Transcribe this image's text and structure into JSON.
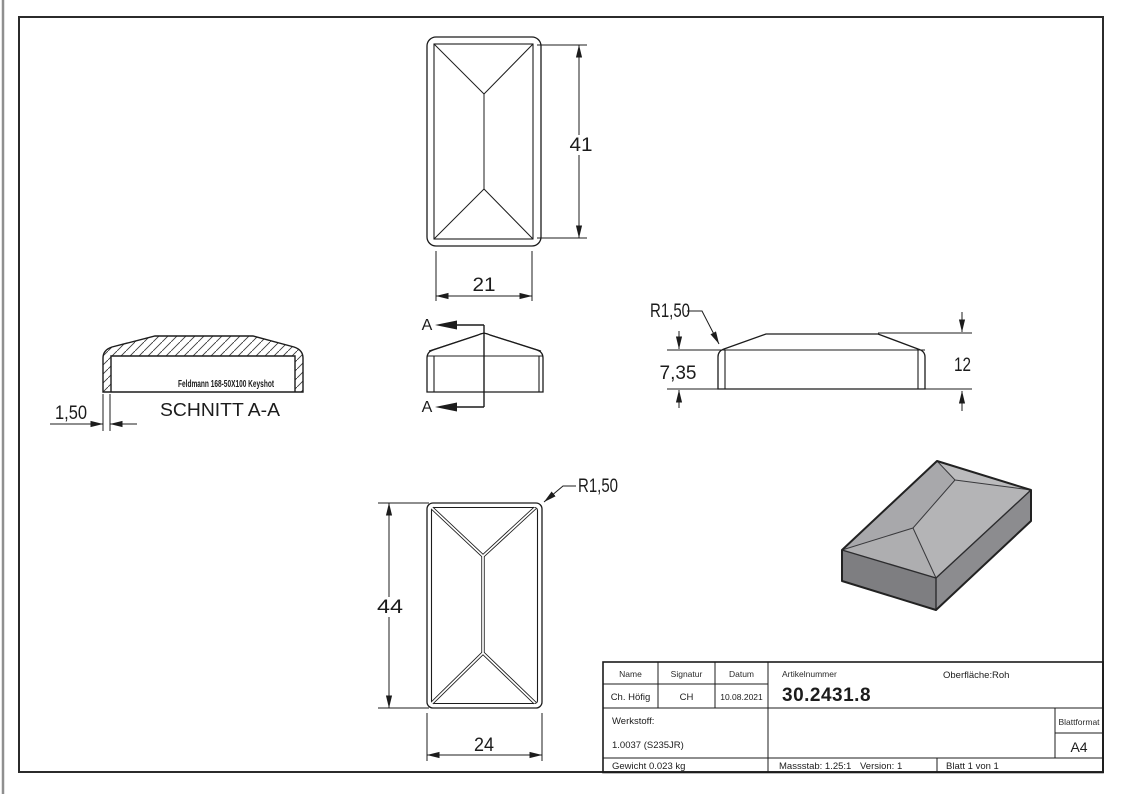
{
  "views": {
    "top": {
      "dim_length": "41",
      "dim_width": "21"
    },
    "section": {
      "title": "SCHNITT A-A",
      "embossed_text": "Feldmann 168-50X100 Keyshot",
      "dim_wall_thickness": "1,50"
    },
    "front": {
      "section_arrow_top": "A",
      "section_arrow_bottom": "A"
    },
    "side": {
      "dim_fillet_radius": "R1,50",
      "dim_skirt_height": "7,35",
      "dim_total_height": "12"
    },
    "bottom": {
      "dim_length": "44",
      "dim_width": "24",
      "dim_corner_radius": "R1,50"
    }
  },
  "title_block": {
    "name_label": "Name",
    "signature_label": "Signatur",
    "date_label": "Datum",
    "name_value": "Ch. Höfig",
    "signature_value": "CH",
    "date_value": "10.08.2021",
    "article_label": "Artikelnummer",
    "article_number": "30.2431.8",
    "surface_label": "Oberfläche:",
    "surface_value": "Roh",
    "material_label": "Werkstoff:",
    "material_value": "1.0037 (S235JR)",
    "sheet_format_label": "Blattformat",
    "sheet_format_value": "A4",
    "weight": "Gewicht 0.023 kg",
    "scale": "Massstab: 1.25:1",
    "version": "Version: 1",
    "sheet": "Blatt 1 von 1"
  },
  "colors": {
    "line": "#1c1c1c",
    "paper": "#ffffff",
    "iso_roof_left": "#a8a8ab",
    "iso_roof_right": "#b4b4b6",
    "iso_roof_far": "#bbbbbd",
    "iso_roof_near": "#aeaeb0",
    "iso_wall_left": "#7e7e81",
    "iso_wall_right": "#8c8c8f"
  }
}
